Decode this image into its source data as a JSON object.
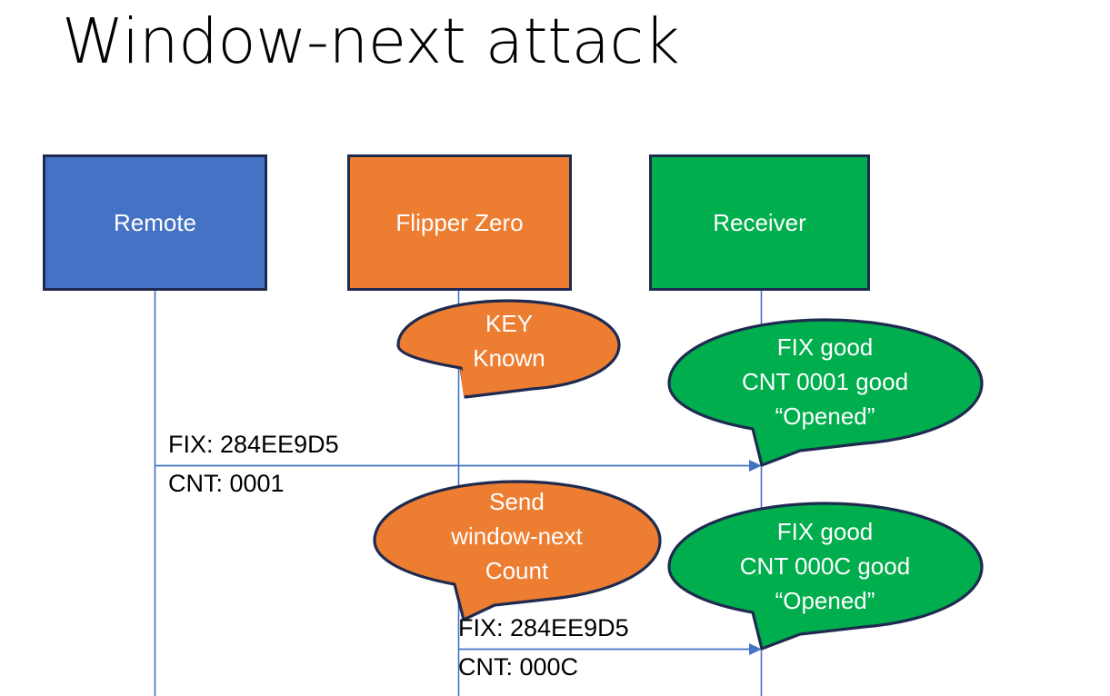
{
  "slide": {
    "title": "Window-next attack",
    "background": "#FFFFFF"
  },
  "colors": {
    "remote_fill": "#4472C4",
    "flipper_fill": "#ED7D31",
    "receiver_fill": "#00AE4D",
    "shape_outline": "#1F2A50",
    "lifeline": "#4472C4",
    "arrow": "#4472C4",
    "text_on_shape": "#FFFFFF",
    "text_label": "#000000"
  },
  "actors": [
    {
      "id": "remote",
      "label": "Remote",
      "fill": "#4472C4"
    },
    {
      "id": "flipper",
      "label": "Flipper Zero",
      "fill": "#ED7D31"
    },
    {
      "id": "receiver",
      "label": "Receiver",
      "fill": "#00AE4D"
    }
  ],
  "callouts": [
    {
      "id": "key-known",
      "owner": "flipper",
      "text": "KEY\nKnown",
      "fill": "#ED7D31"
    },
    {
      "id": "receiver-ack-1",
      "owner": "receiver",
      "text": "FIX good\nCNT 0001 good\n“Opened”",
      "fill": "#00AE4D"
    },
    {
      "id": "send-window-next",
      "owner": "flipper",
      "text": "Send\nwindow-next\nCount",
      "fill": "#ED7D31"
    },
    {
      "id": "receiver-ack-2",
      "owner": "receiver",
      "text": "FIX good\nCNT 000C good\n“Opened”",
      "fill": "#00AE4D"
    }
  ],
  "messages": [
    {
      "id": "msg-1",
      "from": "remote",
      "to": "receiver",
      "fix_label": "FIX: 284EE9D5",
      "cnt_label": "CNT: 0001"
    },
    {
      "id": "msg-2",
      "from": "flipper",
      "to": "receiver",
      "fix_label": "FIX: 284EE9D5",
      "cnt_label": "CNT: 000C"
    }
  ]
}
